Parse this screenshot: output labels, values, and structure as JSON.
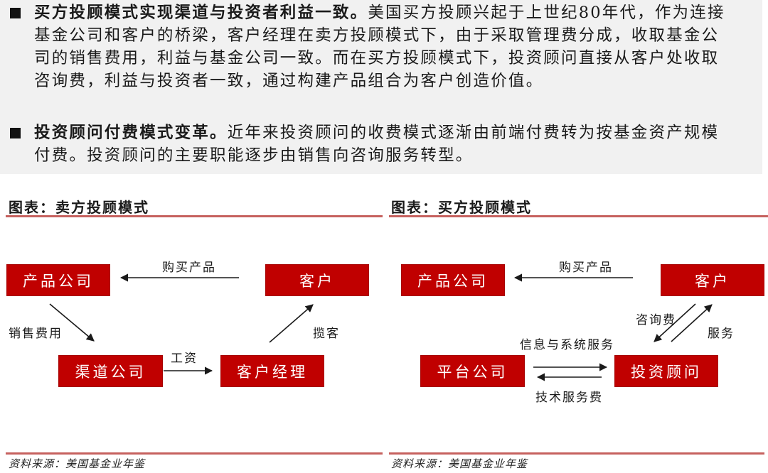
{
  "paragraphs": [
    {
      "lead": "买方投顾模式实现渠道与投资者利益一致。",
      "lines": [
        "美国买方投顾兴起于上世纪80年代，作为连接",
        "基金公司和客户的桥梁，客户经理在卖方投顾模式下，由于采取管理费分成，收取基金公",
        "司的销售费用，利益与基金公司一致。而在买方投顾模式下，投资顾问直接从客户处收取",
        "咨询费，利益与投资者一致，通过构建产品组合为客户创造价值。"
      ]
    },
    {
      "lead": "投资顾问付费模式变革。",
      "lines": [
        "近年来投资顾问的收费模式逐渐由前端付费转为按基金资产规模",
        "付费。投资顾问的主要职能逐步由销售向咨询服务转型。"
      ]
    }
  ],
  "figures": [
    {
      "title": "图表：卖方投顾模式",
      "source": "资料来源：美国基金业年鉴",
      "nodes": {
        "product_company": "产品公司",
        "client": "客户",
        "channel_company": "渠道公司",
        "account_manager": "客户经理"
      },
      "edges": {
        "buy_product": "购买产品",
        "sales_fee": "销售费用",
        "salary": "工资",
        "solicit": "揽客"
      }
    },
    {
      "title": "图表：买方投顾模式",
      "source": "资料来源：美国基金业年鉴",
      "nodes": {
        "product_company": "产品公司",
        "client": "客户",
        "platform_company": "平台公司",
        "investment_advisor": "投资顾问"
      },
      "edges": {
        "buy_product": "购买产品",
        "consulting_fee": "咨询费",
        "service": "服务",
        "info_system_service": "信息与系统服务",
        "tech_service_fee": "技术服务费"
      }
    }
  ],
  "colors": {
    "node_fill": "#c00000",
    "rule": "#c0504d",
    "panel_bg": "#f1f1f1"
  }
}
